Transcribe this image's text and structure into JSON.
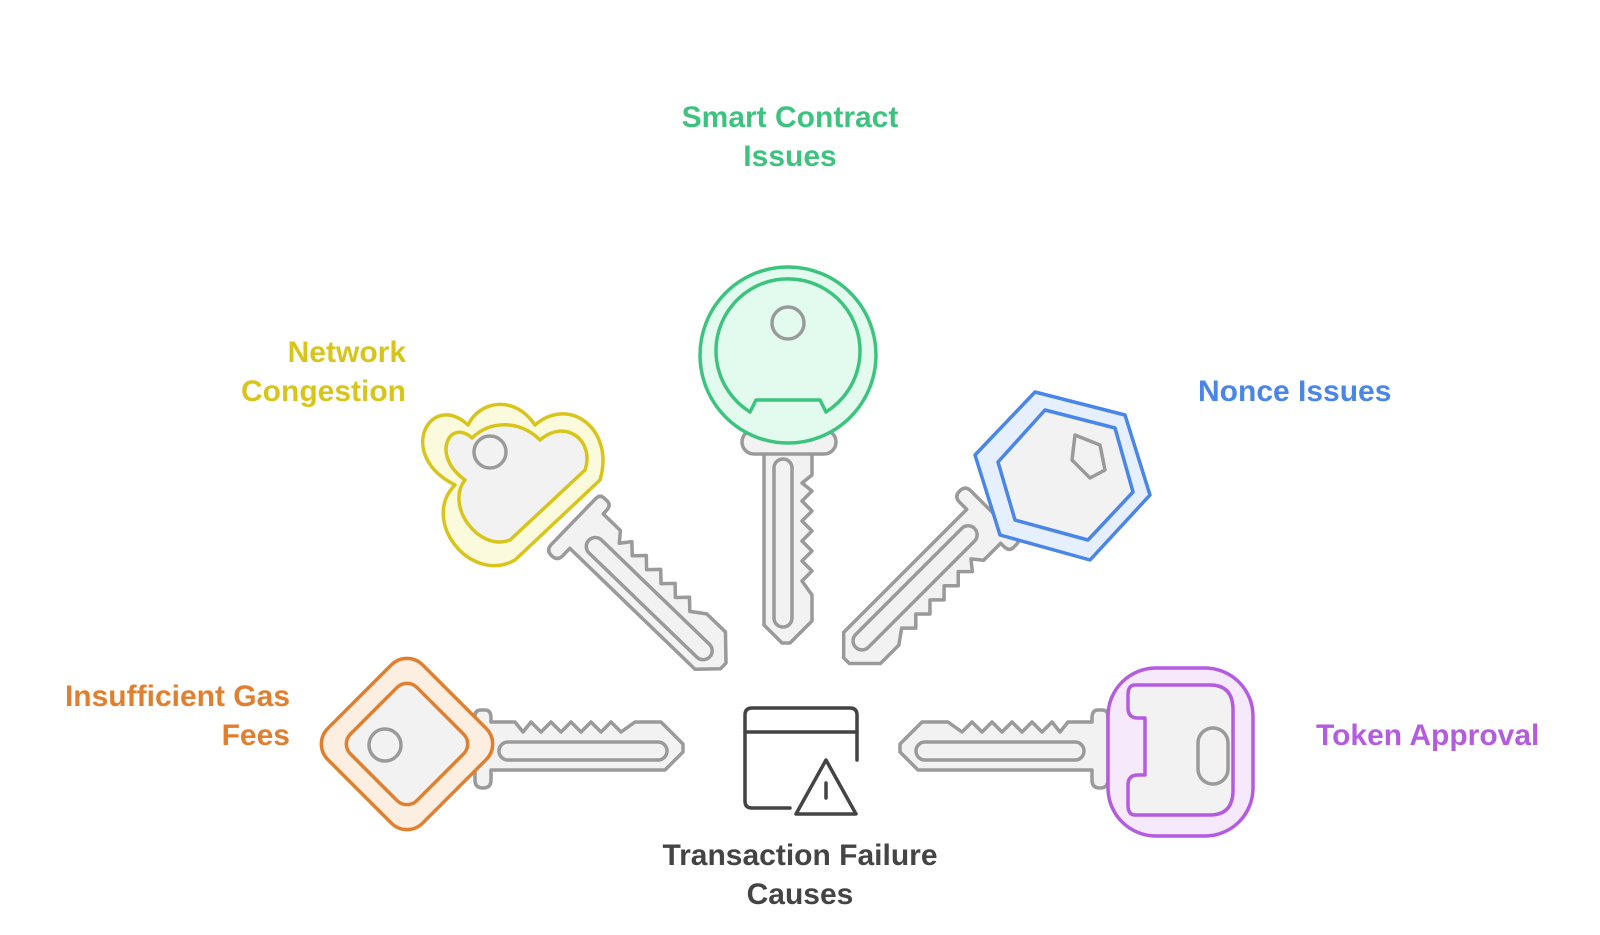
{
  "title": {
    "line1": "Transaction Failure",
    "line2": "Causes"
  },
  "causes": [
    {
      "key": "gas",
      "line1": "Insufficient Gas",
      "line2": "Fees",
      "color": "#E07F2E",
      "fill": "#FDEEE2",
      "icon": "diamond-key-icon"
    },
    {
      "key": "network",
      "line1": "Network",
      "line2": "Congestion",
      "color": "#D8C51C",
      "fill": "#FCFADC",
      "icon": "cloverleaf-key-icon"
    },
    {
      "key": "contract",
      "line1": "Smart Contract",
      "line2": "Issues",
      "color": "#3CC47F",
      "fill": "#E3FBEF",
      "icon": "round-key-icon"
    },
    {
      "key": "nonce",
      "line1": "Nonce Issues",
      "line2": "",
      "color": "#4A86E8",
      "fill": "#E6EFFD",
      "icon": "hexagon-key-icon"
    },
    {
      "key": "token",
      "line1": "Token Approval",
      "line2": "",
      "color": "#B45CE0",
      "fill": "#F6E9FC",
      "icon": "rounded-rect-key-icon"
    }
  ],
  "center_icon": "window-warning-icon",
  "key_body_color": "#9A9A9A",
  "key_fill_color": "#F2F2F2",
  "text_color": "#444444"
}
